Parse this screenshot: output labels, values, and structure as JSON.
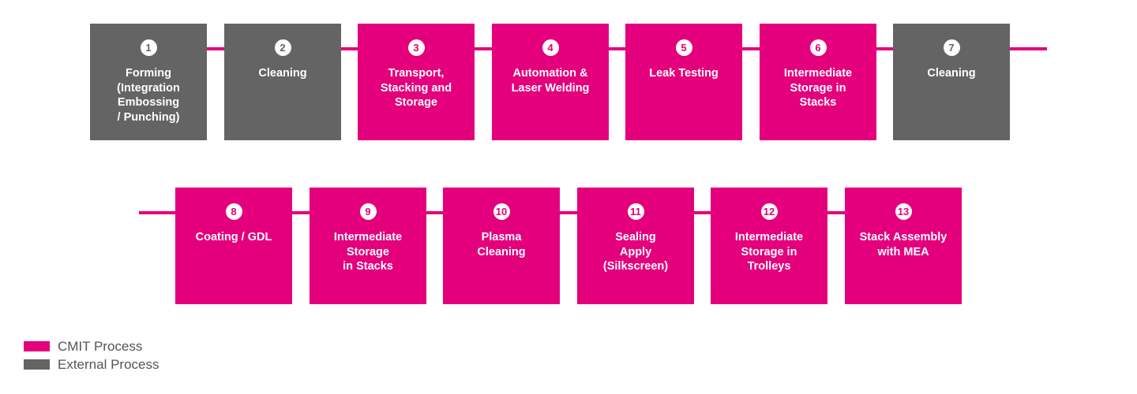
{
  "colors": {
    "cmit": "#e4007c",
    "external": "#646464",
    "connector": "#e4007c"
  },
  "diagram": {
    "rows": [
      {
        "steps": [
          {
            "number": "1",
            "label": "Forming\n(Integration\nEmbossing\n/ Punching)",
            "type": "external"
          },
          {
            "number": "2",
            "label": "Cleaning",
            "type": "external"
          },
          {
            "number": "3",
            "label": "Transport,\nStacking and\nStorage",
            "type": "cmit"
          },
          {
            "number": "4",
            "label": "Automation &\nLaser Welding",
            "type": "cmit"
          },
          {
            "number": "5",
            "label": "Leak Testing",
            "type": "cmit"
          },
          {
            "number": "6",
            "label": "Intermediate\nStorage in\nStacks",
            "type": "cmit"
          },
          {
            "number": "7",
            "label": "Cleaning",
            "type": "external"
          }
        ]
      },
      {
        "steps": [
          {
            "number": "8",
            "label": "Coating / GDL",
            "type": "cmit"
          },
          {
            "number": "9",
            "label": "Intermediate\nStorage\nin Stacks",
            "type": "cmit"
          },
          {
            "number": "10",
            "label": "Plasma\nCleaning",
            "type": "cmit"
          },
          {
            "number": "11",
            "label": "Sealing\nApply\n(Silkscreen)",
            "type": "cmit"
          },
          {
            "number": "12",
            "label": "Intermediate\nStorage in\nTrolleys",
            "type": "cmit"
          },
          {
            "number": "13",
            "label": "Stack Assembly\nwith MEA",
            "type": "cmit"
          }
        ]
      }
    ]
  },
  "legend": {
    "items": [
      {
        "label": "CMIT Process",
        "type": "cmit"
      },
      {
        "label": "External Process",
        "type": "external"
      }
    ]
  }
}
